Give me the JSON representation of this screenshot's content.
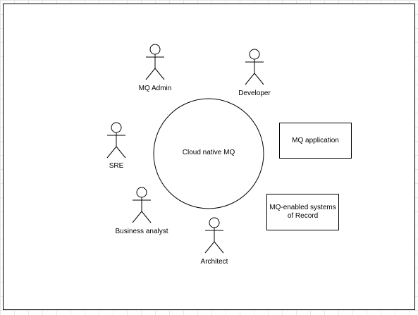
{
  "diagram": {
    "center": {
      "label": "Cloud native MQ"
    },
    "actors": {
      "mq_admin": "MQ Admin",
      "developer": "Developer",
      "sre": "SRE",
      "business_analyst": "Business analyst",
      "architect": "Architect"
    },
    "boxes": {
      "mq_application": "MQ application",
      "mq_enabled_systems_line1": "MQ-enabled systems",
      "mq_enabled_systems_line2": "of Record"
    }
  }
}
